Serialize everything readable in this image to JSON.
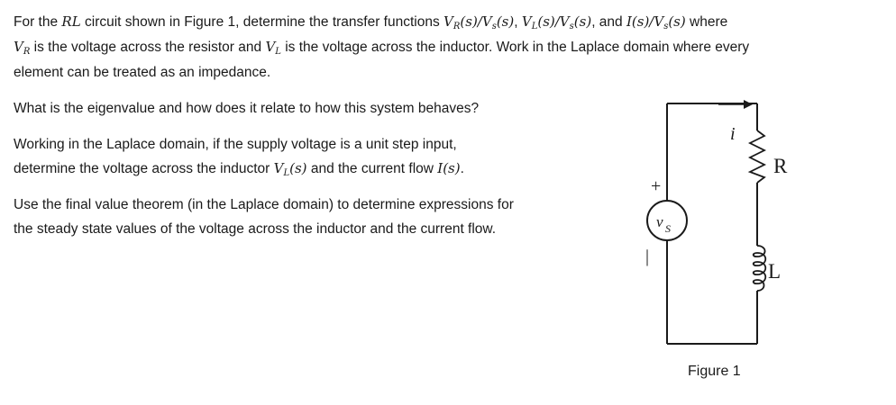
{
  "intro": {
    "l1_a": "For the ",
    "l1_b": " circuit shown in Figure 1, determine the transfer functions ",
    "l1_c": " where",
    "l2_a": " is the voltage across the resistor and ",
    "l2_b": " is the voltage across the inductor.  Work in the Laplace domain where every",
    "l3": "element can be treated as an impedance."
  },
  "q1": "What is the eigenvalue and how does it relate to how this system behaves?",
  "q2": {
    "l1": "Working in the Laplace domain, if the supply voltage is a unit step input,",
    "l2_a": "determine the voltage across the inductor ",
    "l2_b": " and the current flow ",
    "l2_c": "."
  },
  "q3": {
    "l1": "Use the final value theorem (in the Laplace domain) to determine expressions for",
    "l2": "the steady state values of the voltage across the inductor and the current flow."
  },
  "figure": {
    "caption": "Figure 1",
    "current_label": "i",
    "resistor_label": "R",
    "inductor_label": "L",
    "source_label": "v",
    "source_sub": "S",
    "plus": "+",
    "minus": "|"
  }
}
